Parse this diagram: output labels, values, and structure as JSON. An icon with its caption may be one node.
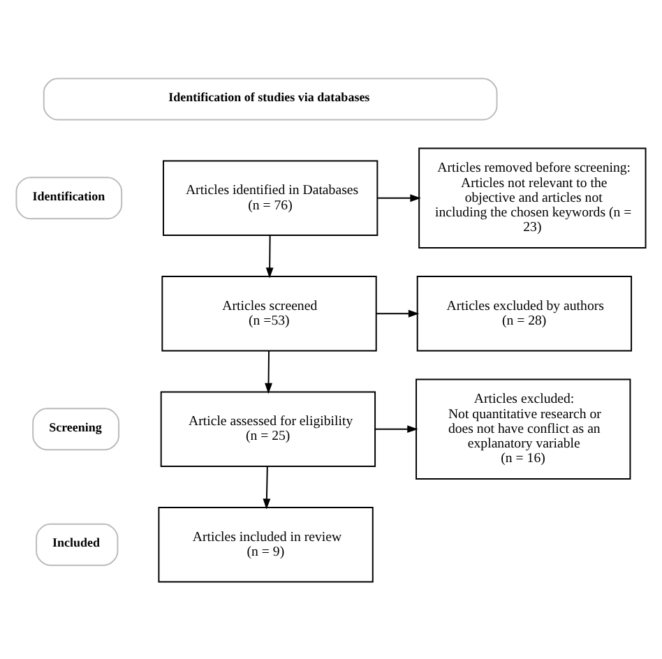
{
  "diagram": {
    "nodes": [
      {
        "text": [
          "Identification of studies via databases"
        ]
      },
      {
        "text": [
          "Identification"
        ]
      },
      {
        "text": [
          "Screening"
        ]
      },
      {
        "text": [
          "Included"
        ]
      },
      {
        "text": [
          "Articles identified in Databases",
          "(n = 76)"
        ]
      },
      {
        "text": [
          "Articles removed before screening:",
          "Articles not relevant to the objective and articles not including the chosen keywords (n = 23)"
        ]
      },
      {
        "text": [
          "Articles screened",
          "(n =53)"
        ]
      },
      {
        "text": [
          "Articles excluded by authors",
          "(n = 28)"
        ]
      },
      {
        "text": [
          "Article assessed for eligibility",
          "(n = 25)"
        ]
      },
      {
        "text": [
          "Articles excluded:",
          "Not quantitative research or does not have conflict as an explanatory variable",
          "(n = 16)"
        ]
      },
      {
        "text": [
          "Articles included in review",
          "(n = 9)"
        ]
      }
    ],
    "edges": [
      {
        "from": 4,
        "to": 5,
        "arrow": "to"
      },
      {
        "from": 4,
        "to": 6,
        "arrow": "to"
      },
      {
        "from": 6,
        "to": 7,
        "arrow": "to"
      },
      {
        "from": 6,
        "to": 8,
        "arrow": "to"
      },
      {
        "from": 8,
        "to": 9,
        "arrow": "to"
      },
      {
        "from": 8,
        "to": 10,
        "arrow": "to"
      }
    ]
  }
}
